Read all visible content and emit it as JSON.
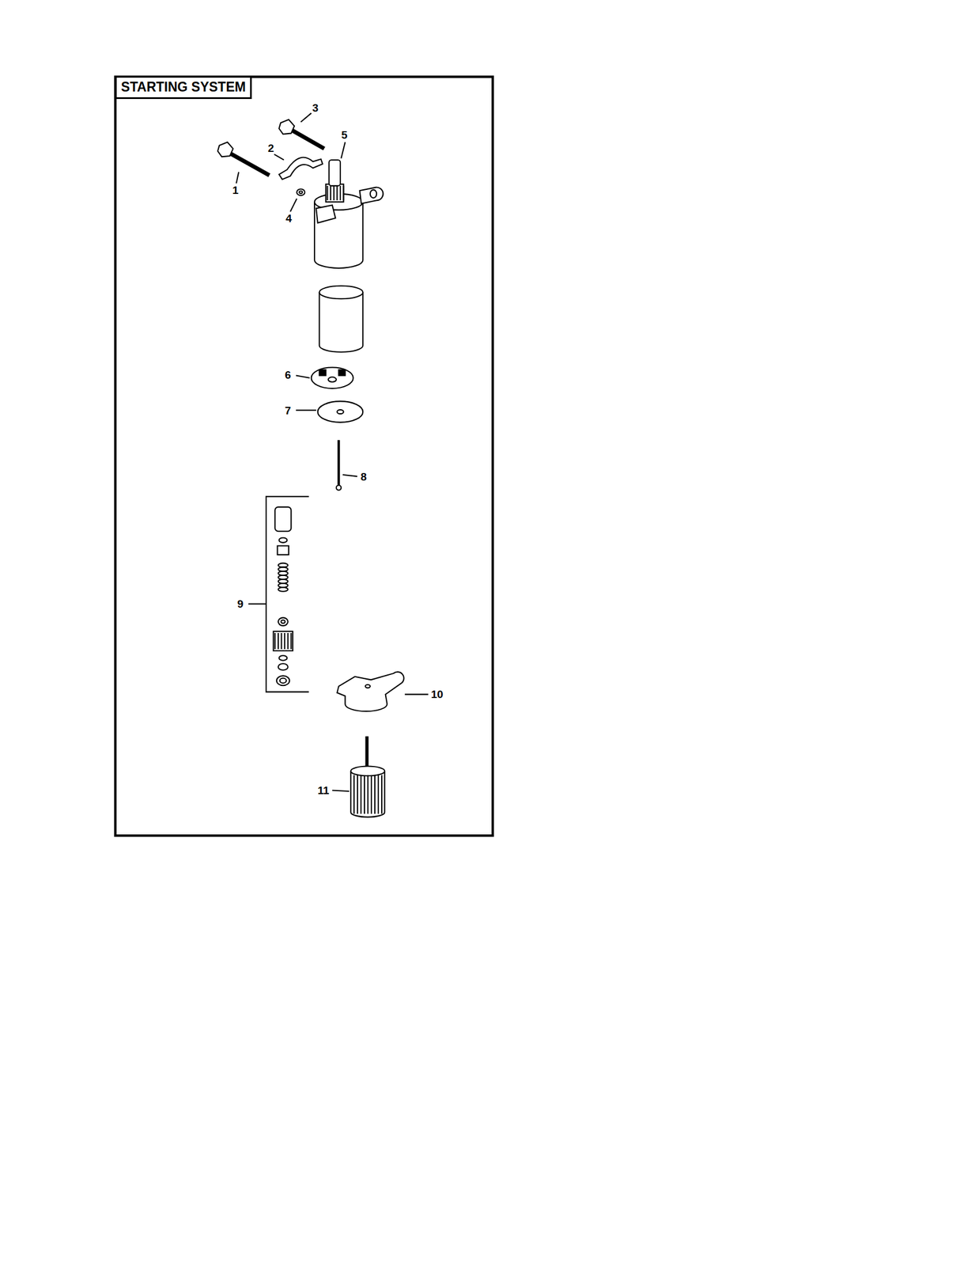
{
  "diagram": {
    "title": "STARTING SYSTEM",
    "labels": [
      "3",
      "5",
      "2",
      "1",
      "4",
      "6",
      "7",
      "8",
      "9",
      "10",
      "11"
    ]
  }
}
